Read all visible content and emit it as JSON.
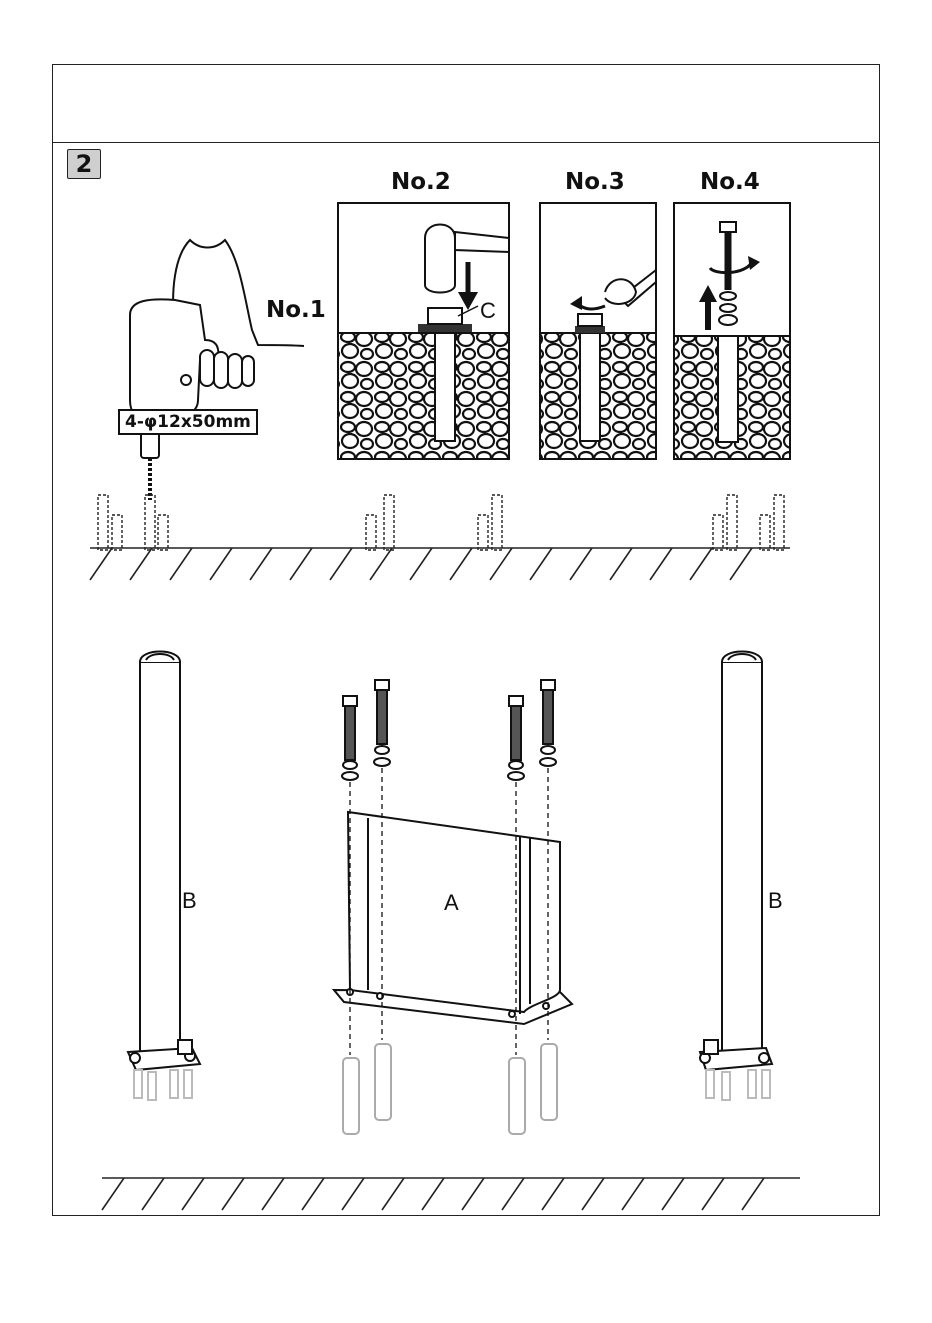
{
  "step": {
    "number": "2"
  },
  "figures": {
    "no1": "No.1",
    "no2": "No.2",
    "no3": "No.3",
    "no4": "No.4",
    "c_label": "C",
    "drill_spec": "4-φ12x50mm"
  },
  "parts": {
    "a": "A",
    "b_left": "B",
    "b_right": "B"
  }
}
